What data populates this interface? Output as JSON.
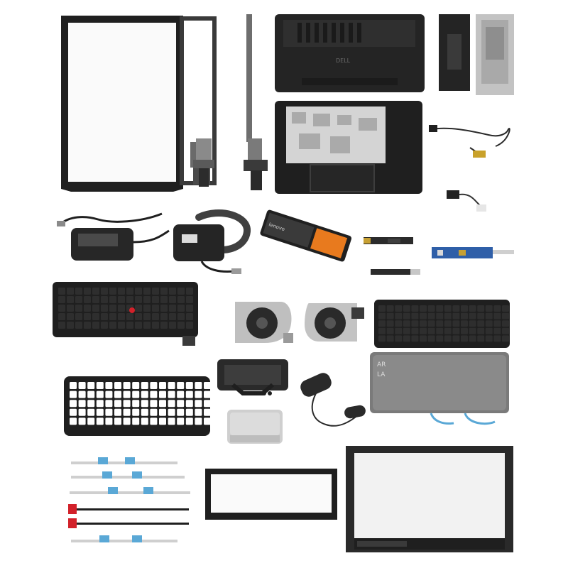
{
  "scene": {
    "background": "#ffffff",
    "description_colors": {
      "plastic_black": "#1c1c1c",
      "plastic_dark": "#2a2a2a",
      "metal_silver": "#c9c9c9",
      "metal_dark": "#8a8a8a",
      "screen_light": "#f2f2f2",
      "ribbon_blue": "#5aa8d6",
      "pcb_blue": "#2f5fa8",
      "trackpoint_red": "#d2212a",
      "battery_orange": "#e87a1e"
    }
  },
  "labels": {
    "bottom_case_logo": "DELL",
    "battery_label_brand": "lenovo",
    "keyboard_right_text_1": "AR",
    "keyboard_right_text_2": "LA"
  }
}
